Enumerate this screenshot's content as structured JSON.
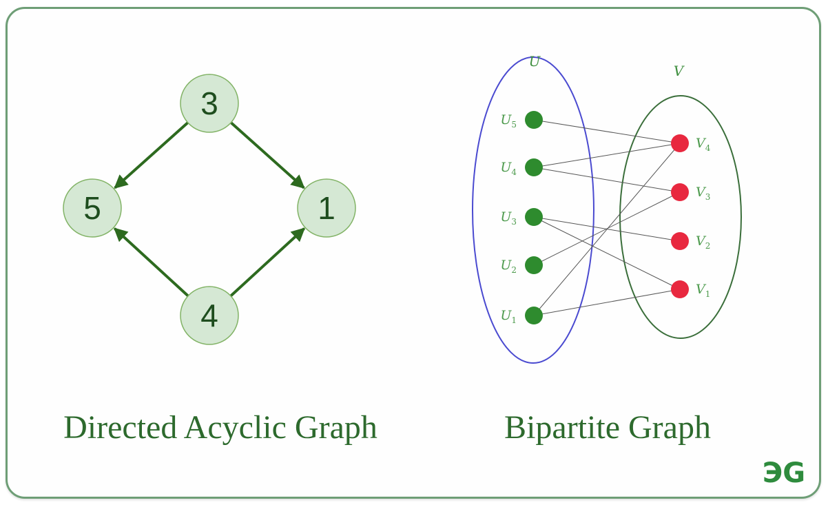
{
  "dag": {
    "caption": "Directed Acyclic Graph",
    "nodes": [
      {
        "id": "3",
        "label": "3"
      },
      {
        "id": "5",
        "label": "5"
      },
      {
        "id": "1",
        "label": "1"
      },
      {
        "id": "4",
        "label": "4"
      }
    ],
    "edges": [
      {
        "from": "3",
        "to": "5"
      },
      {
        "from": "3",
        "to": "1"
      },
      {
        "from": "4",
        "to": "5"
      },
      {
        "from": "4",
        "to": "1"
      }
    ],
    "colors": {
      "node_fill": "#d5e8d4",
      "node_stroke": "#82b366",
      "edge": "#2d6a1f"
    }
  },
  "bipartite": {
    "caption": "Bipartite Graph",
    "set_u": {
      "label": "U",
      "vertices": [
        {
          "id": "U5",
          "base": "U",
          "sub": "5"
        },
        {
          "id": "U4",
          "base": "U",
          "sub": "4"
        },
        {
          "id": "U3",
          "base": "U",
          "sub": "3"
        },
        {
          "id": "U2",
          "base": "U",
          "sub": "2"
        },
        {
          "id": "U1",
          "base": "U",
          "sub": "1"
        }
      ]
    },
    "set_v": {
      "label": "V",
      "vertices": [
        {
          "id": "V4",
          "base": "V",
          "sub": "4"
        },
        {
          "id": "V3",
          "base": "V",
          "sub": "3"
        },
        {
          "id": "V2",
          "base": "V",
          "sub": "2"
        },
        {
          "id": "V1",
          "base": "V",
          "sub": "1"
        }
      ]
    },
    "edges": [
      [
        "U5",
        "V4"
      ],
      [
        "U4",
        "V4"
      ],
      [
        "U4",
        "V3"
      ],
      [
        "U3",
        "V2"
      ],
      [
        "U3",
        "V1"
      ],
      [
        "U2",
        "V3"
      ],
      [
        "U1",
        "V4"
      ],
      [
        "U1",
        "V1"
      ]
    ],
    "colors": {
      "u_fill": "#2e8b2e",
      "v_fill": "#e8283f",
      "u_ellipse": "#4a4ad0",
      "v_ellipse": "#3a6e3a",
      "edge": "#555555"
    }
  },
  "logo": {
    "text": "ЭG"
  }
}
